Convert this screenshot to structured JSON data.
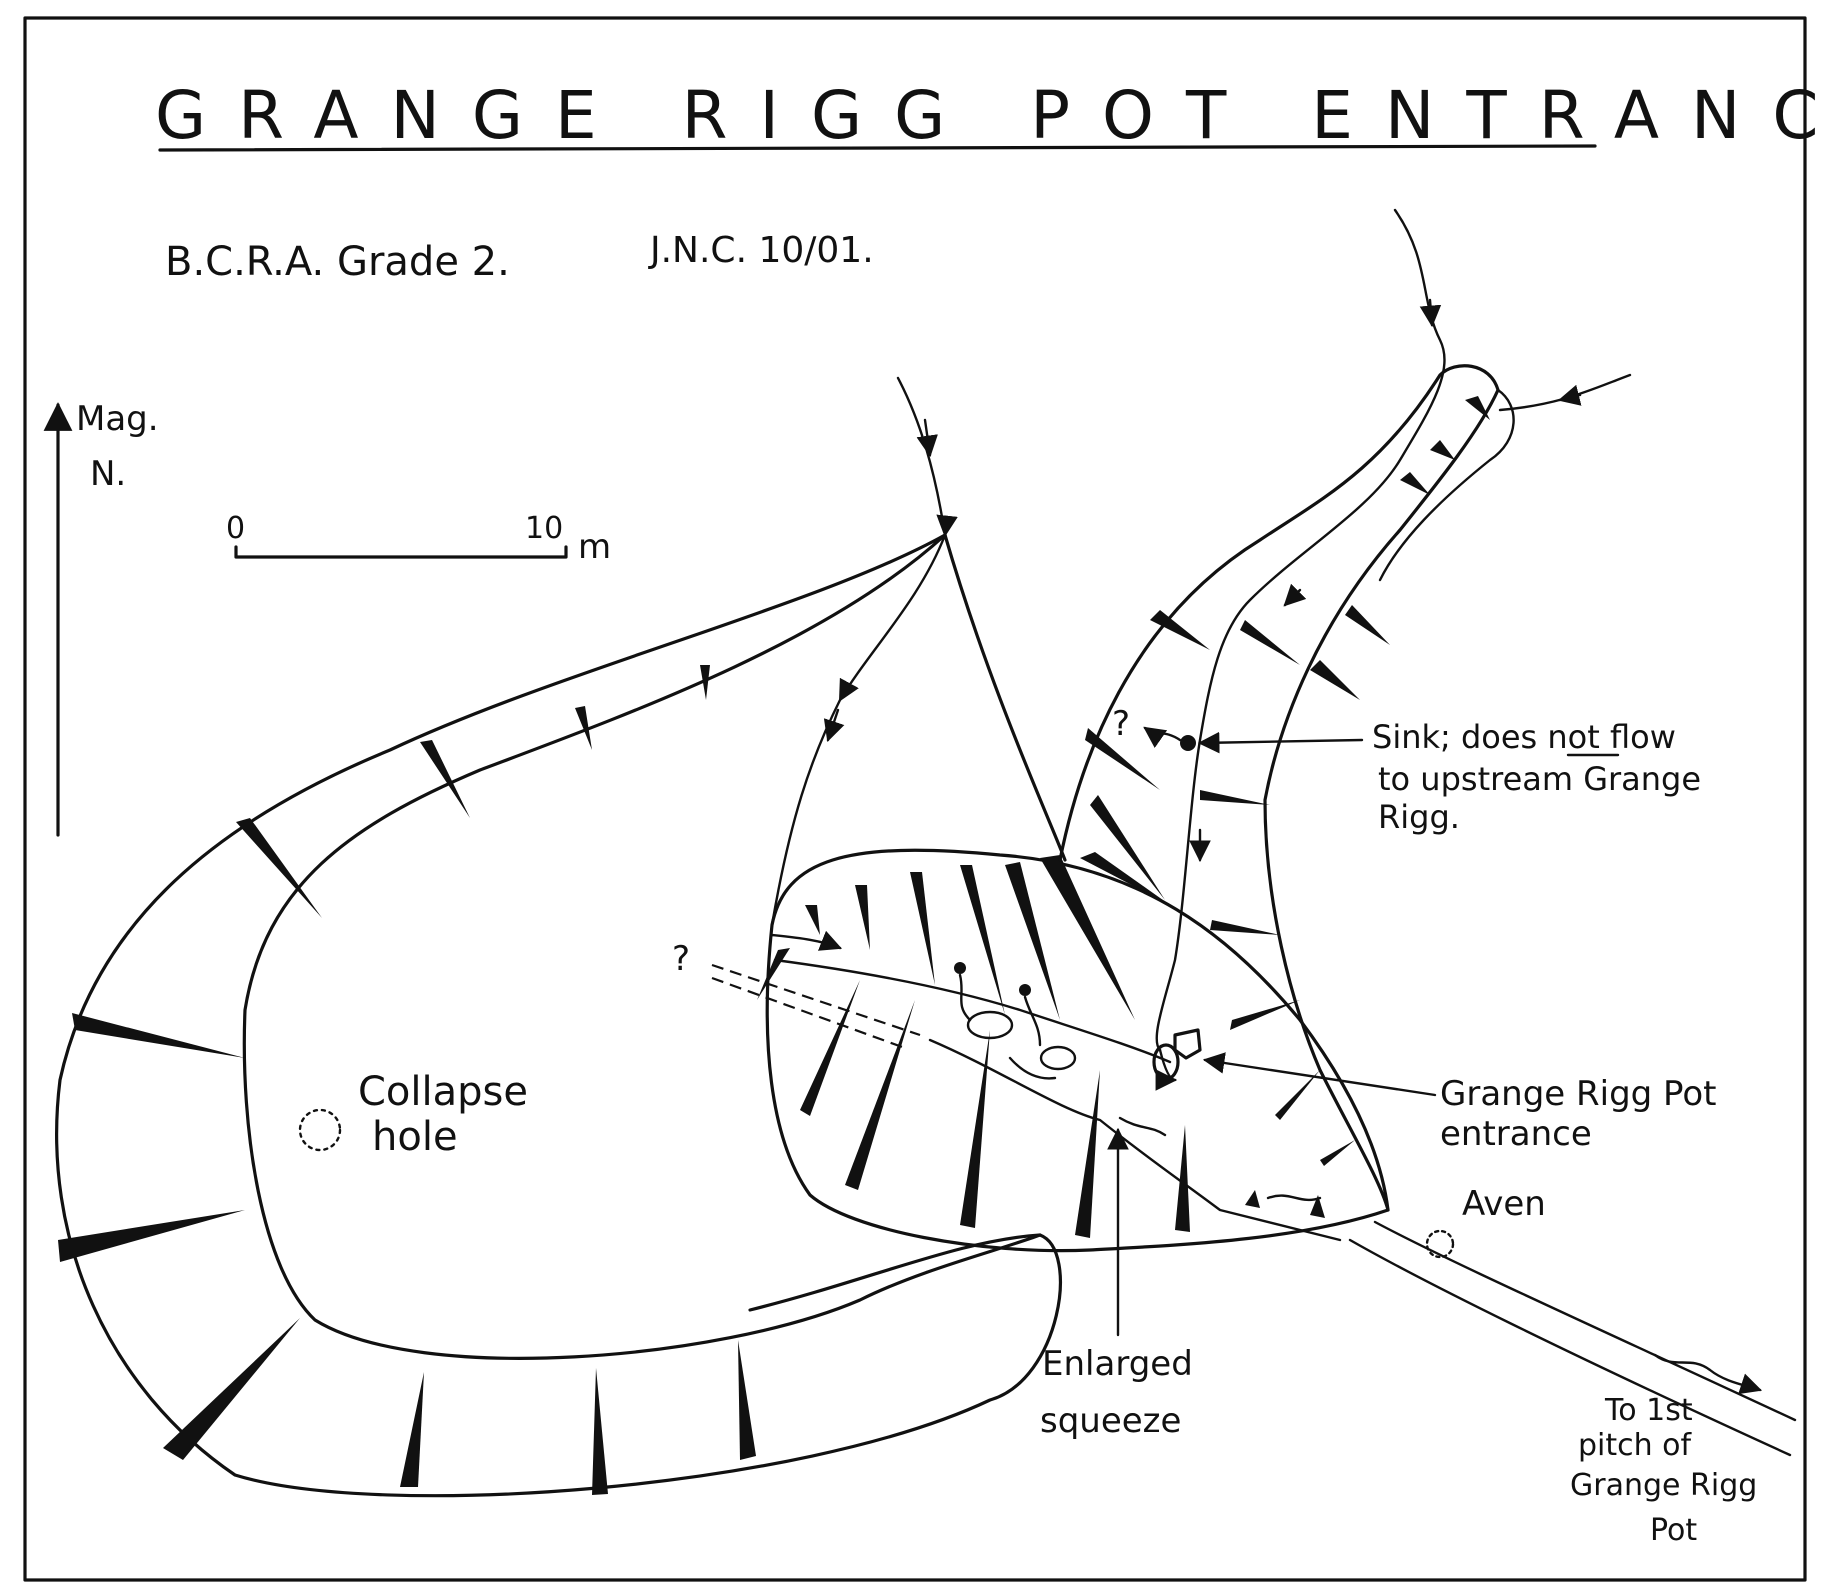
{
  "survey": {
    "title": "GRANGE RIGG POT ENTRANCE.",
    "grade": "B.C.R.A. Grade 2.",
    "surveyor": "J.N.C. 10/01."
  },
  "north_arrow": {
    "line1": "Mag.",
    "line2": "N."
  },
  "scale_bar": {
    "start_label": "0",
    "end_label": "10",
    "unit": "m"
  },
  "labels": {
    "collapse_line1": "Collapse",
    "collapse_line2": "hole",
    "sink_line1": "Sink; does not flow",
    "sink_line2": "to upstream Grange",
    "sink_line3": "Rigg.",
    "entrance_line1": "Grange Rigg Pot",
    "entrance_line2": "entrance",
    "aven": "Aven",
    "squeeze_line1": "Enlarged",
    "squeeze_line2": "squeeze",
    "to_pitch_line1": "To 1st",
    "to_pitch_line2": "pitch of",
    "to_pitch_line3": "Grange Rigg",
    "to_pitch_line4": "Pot",
    "question_upper": "?",
    "question_left": "?"
  }
}
